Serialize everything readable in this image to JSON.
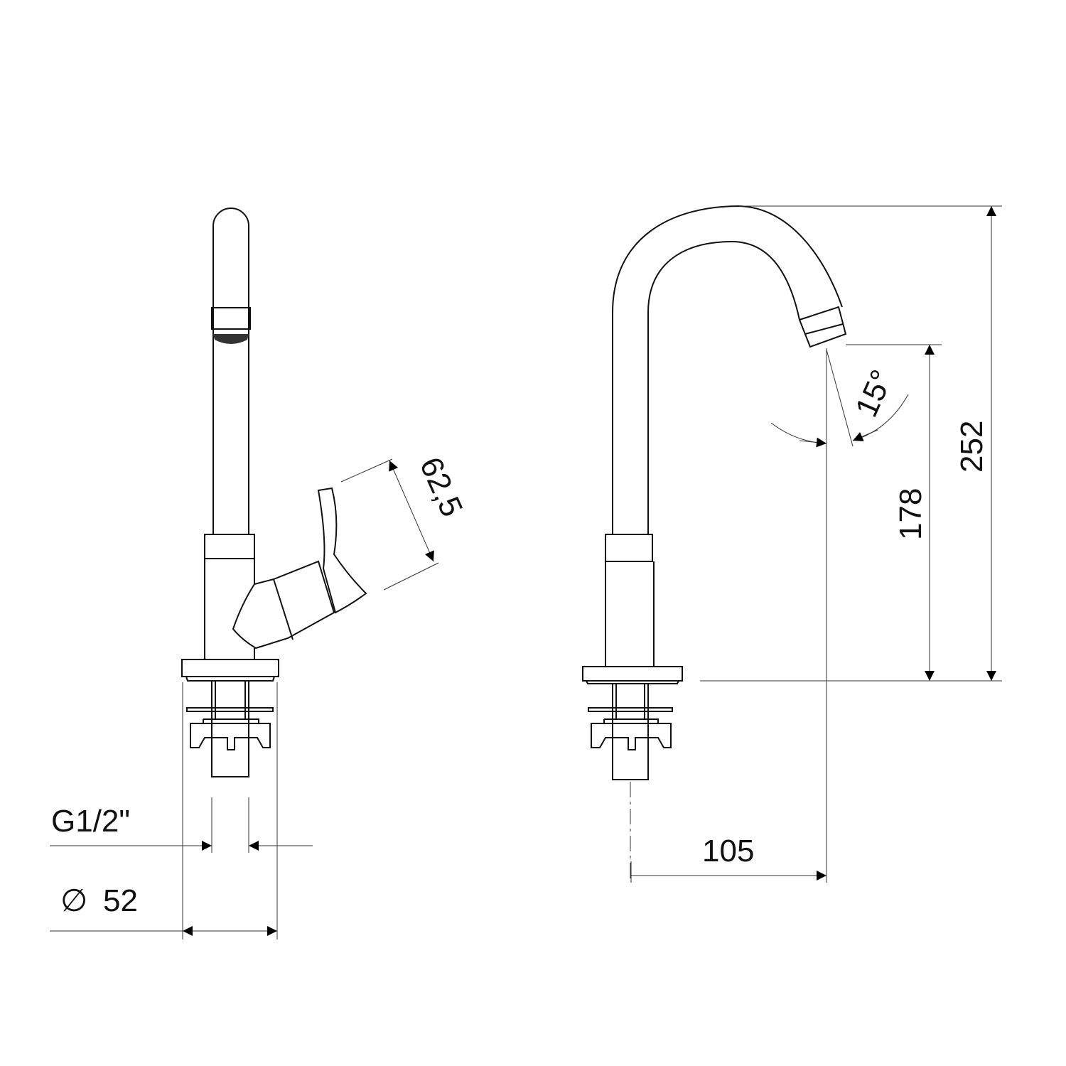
{
  "drawing": {
    "side_view": {
      "handle_length_label": "62,5",
      "thread_label": "G1/2\"",
      "diameter_symbol": "∅",
      "base_diameter_label": "52"
    },
    "front_view": {
      "spray_angle_label": "15°",
      "total_height_label": "252",
      "spout_height_label": "178",
      "spout_reach_label": "105"
    },
    "colors": {
      "line": "#111111",
      "background": "#ffffff"
    }
  }
}
